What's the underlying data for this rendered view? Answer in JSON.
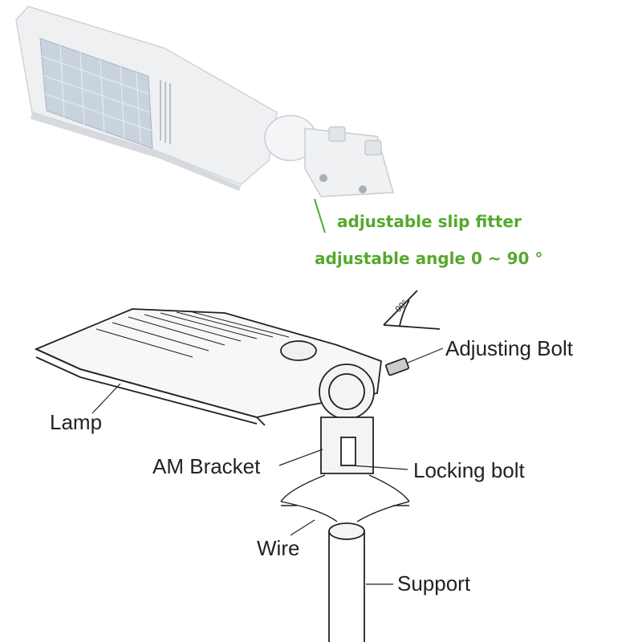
{
  "photo": {
    "annotations": {
      "slip_fitter": "adjustable slip fitter",
      "angle": "adjustable angle 0 ~ 90 °"
    }
  },
  "diagram": {
    "angle_mark": "90°",
    "labels": {
      "adjusting_bolt": "Adjusting Bolt",
      "lamp": "Lamp",
      "am_bracket": "AM Bracket",
      "locking_bolt": "Locking bolt",
      "wire": "Wire",
      "support": "Support"
    }
  },
  "colors": {
    "annotation_green": "#55a82c",
    "lamp_body": "#f1f2f4",
    "led_panel": "#c9d3df",
    "line": "#222222"
  }
}
